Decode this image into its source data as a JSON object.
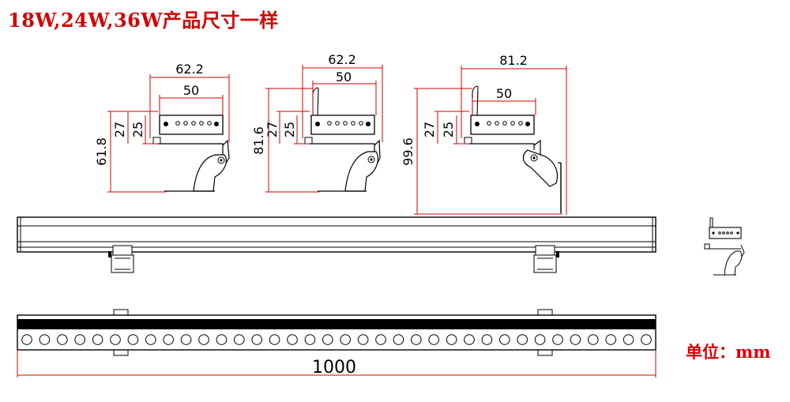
{
  "title": "18W,24W,36W产品尺寸一样",
  "unit_label": "单位：mm",
  "colors": {
    "dimension": "#d60000",
    "outline": "#000000",
    "bar_fill": "#000000"
  },
  "brackets": [
    {
      "width_outer": "62.2",
      "width_inner": "50",
      "height_small": "25",
      "height_mid": "27",
      "height_total": "61.8"
    },
    {
      "width_outer": "62.2",
      "width_inner": "50",
      "height_small": "25",
      "height_mid": "27",
      "height_total": "81.6"
    },
    {
      "width_outer": "81.2",
      "width_inner": "50",
      "height_small": "25",
      "height_mid": "27",
      "height_total": "99.6"
    }
  ],
  "length": {
    "value": "1000",
    "led_count": 36
  }
}
